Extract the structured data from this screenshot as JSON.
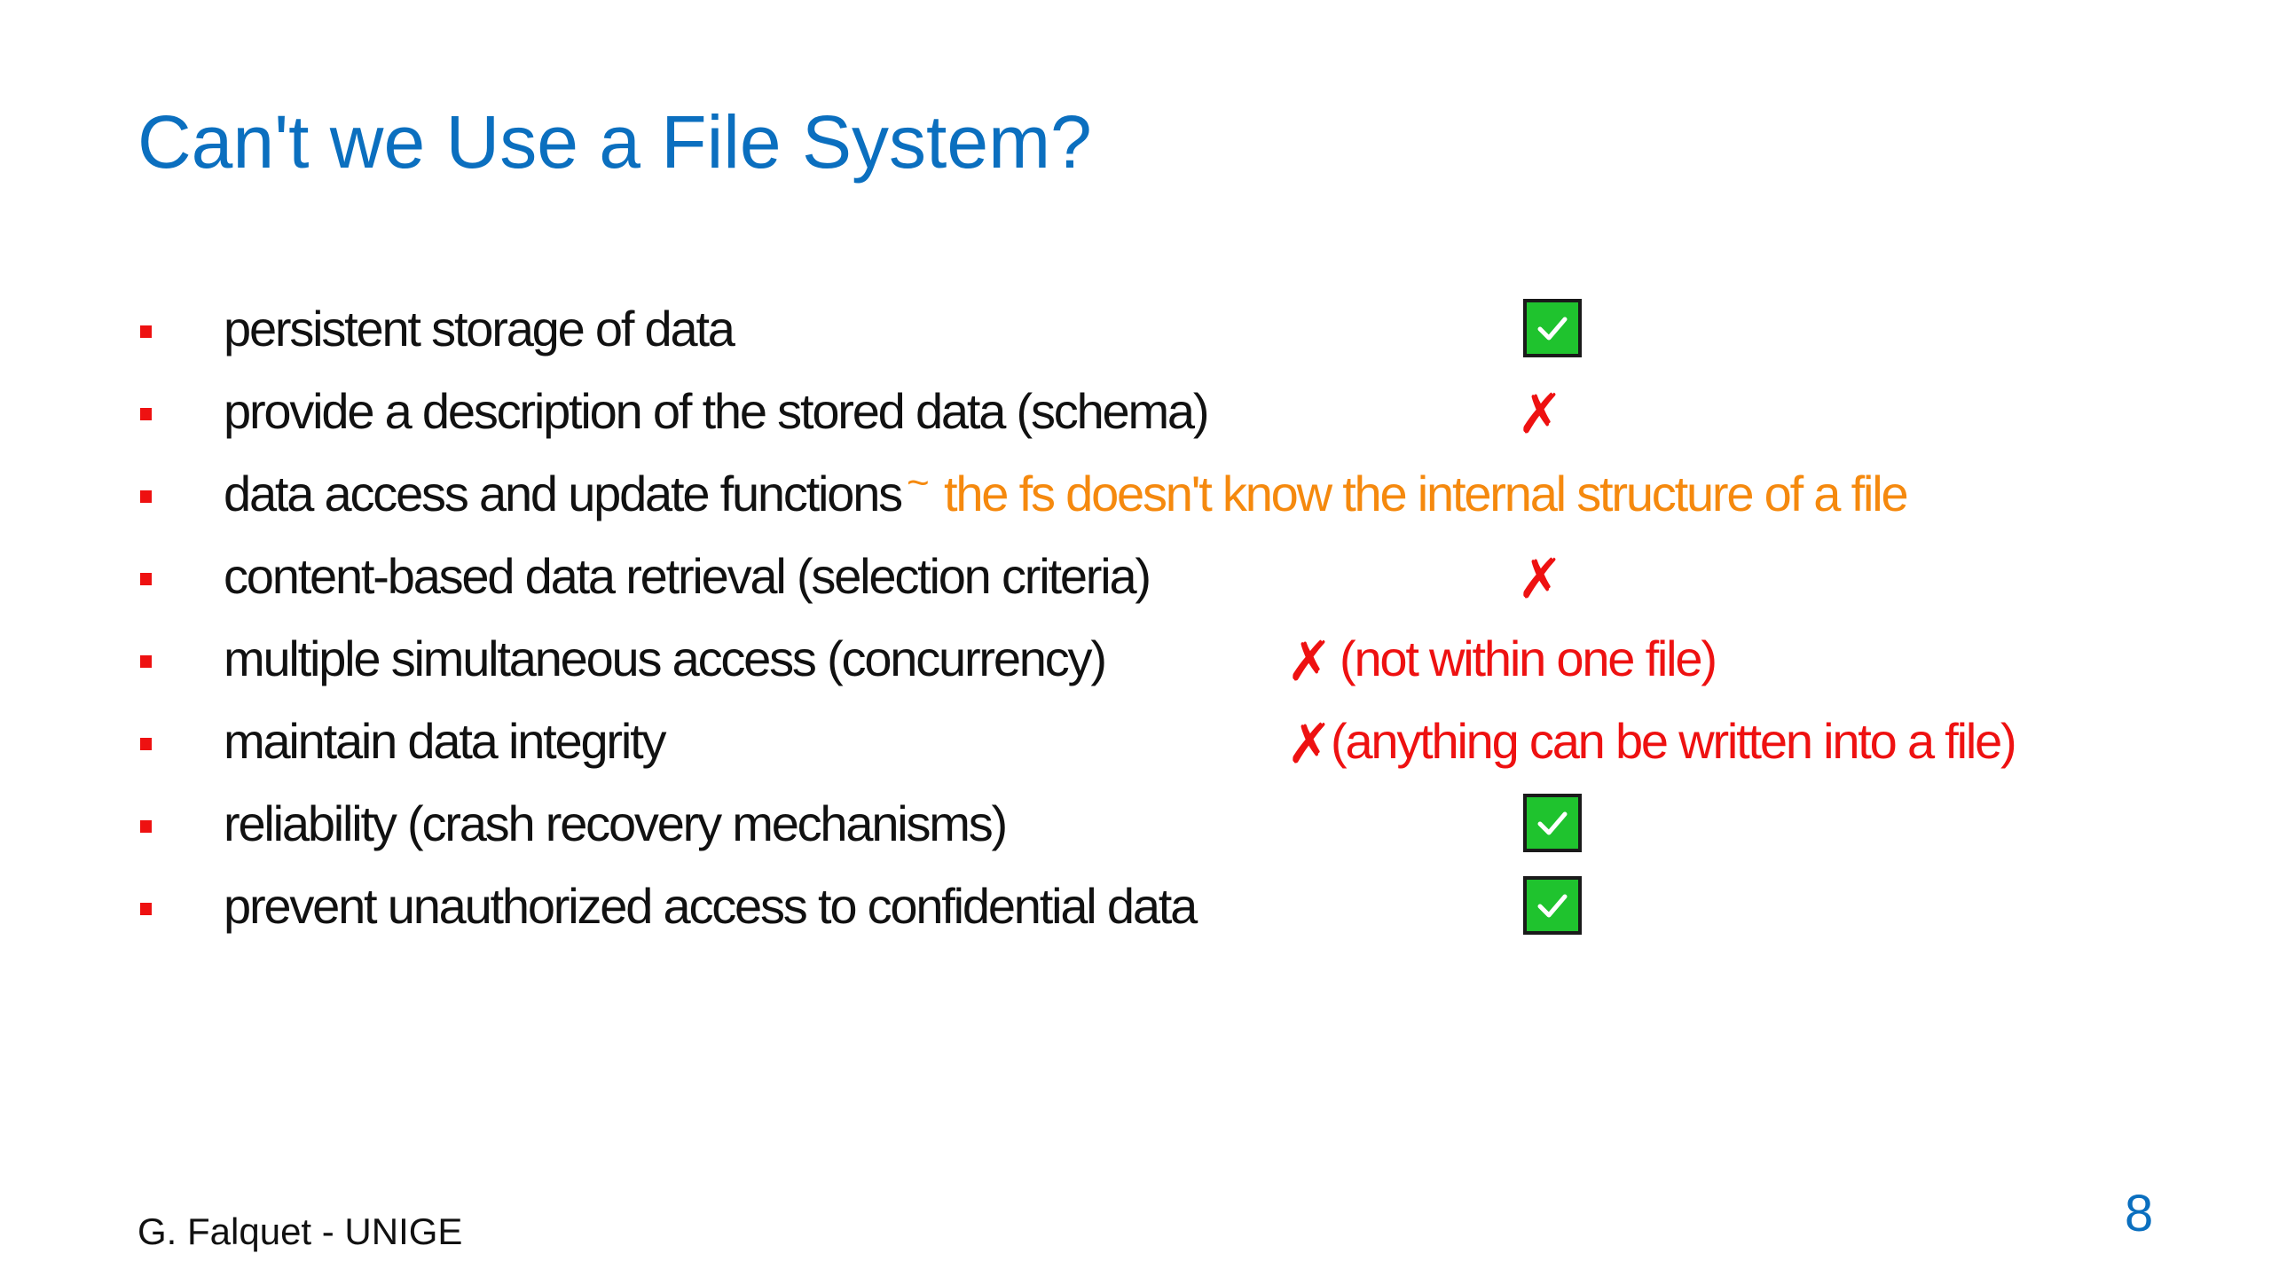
{
  "slide": {
    "title": "Can't we Use a File System?",
    "items": [
      {
        "text": "persistent storage of data",
        "status": "check"
      },
      {
        "text": "provide a description of the stored data (schema)",
        "status": "cross",
        "cross": "✗"
      },
      {
        "text": "data access and update functions",
        "status": "partial",
        "tilde": "~",
        "note": "the fs doesn't know the internal structure of a file"
      },
      {
        "text": "content-based data retrieval (selection criteria)",
        "status": "cross",
        "cross": "✗"
      },
      {
        "text": "multiple simultaneous access (concurrency)",
        "status": "cross",
        "cross": "✗",
        "note": "(not within one file)"
      },
      {
        "text": "maintain data integrity",
        "status": "cross",
        "cross": "✗",
        "note": "(anything can be written into a file)"
      },
      {
        "text": "reliability (crash recovery mechanisms)",
        "status": "check"
      },
      {
        "text": "prevent unauthorized access to confidential data",
        "status": "check"
      }
    ],
    "footer": "G. Falquet - UNIGE",
    "page_number": "8"
  },
  "colors": {
    "title": "#0b6fbf",
    "bullet": "#ee1111",
    "cross": "#ee1111",
    "partial_note": "#f5890e",
    "check_fill": "#1fc32e"
  },
  "icons": {
    "check": "check-mark-icon",
    "cross": "cross-mark-icon",
    "bullet": "square-bullet-icon"
  }
}
